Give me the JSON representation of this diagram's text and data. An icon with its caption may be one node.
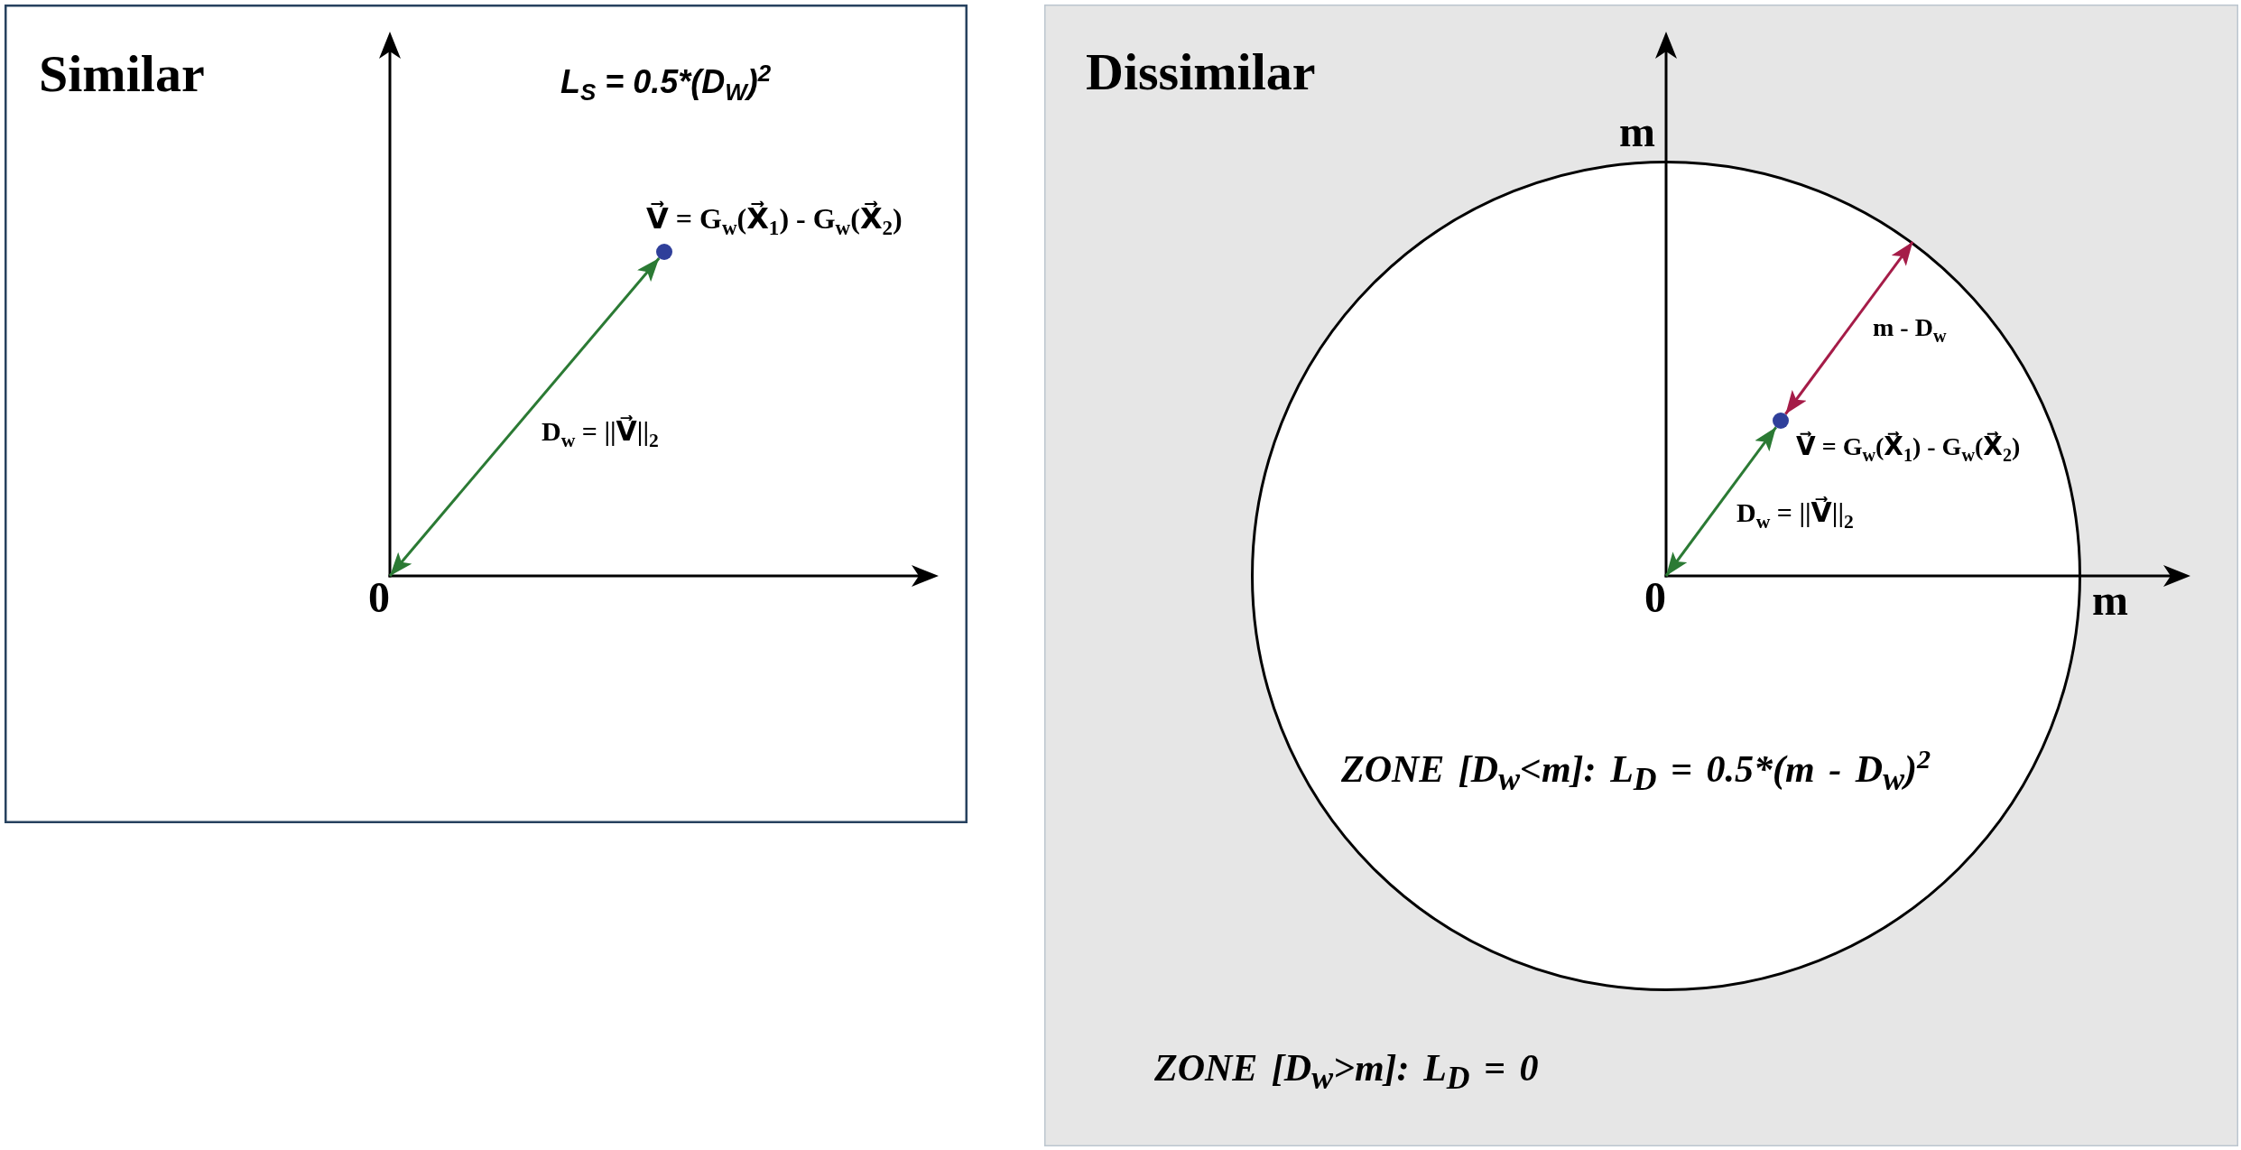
{
  "diagram": {
    "nodes": [
      {
        "text": [
          "Similar",
          "L$_{S}$ = 0.5*(D$_{W}$)$^{2}$"
        ]
      },
      {
        "text": [],
        "shape": "circle",
        "in": 0,
        "beside": [
          "V⃗ = G$_{w}$(X⃗$_{1}$) - G$_{w}$(X⃗$_{2}$)"
        ]
      },
      {
        "text": [
          "0"
        ],
        "in": 0
      },
      {
        "text": [
          "Dissimilar",
          "ZONE [D$_{w}$>m]: L$_{D}$ = 0"
        ]
      },
      {
        "text": [
          "ZONE [D$_{w}$<m]: L$_{D}$ = 0.5*(m - D$_{w}$)$^{2}$"
        ],
        "in": 3
      },
      {
        "text": [],
        "shape": "circle",
        "in": 4,
        "beside": [
          "V⃗ = G$_{w}$(X⃗$_{1}$) - G$_{w}$(X⃗$_{2}$)"
        ]
      },
      {
        "text": [
          "0"
        ],
        "in": 4
      }
    ],
    "edges": [
      {
        "from": 2,
        "to": 1,
        "arrow": "both",
        "label": "D$_{w}$ = ||V⃗||$_{2}$"
      },
      {
        "from": 6,
        "to": 5,
        "arrow": "both",
        "label": "D$_{w}$ = ||V⃗||$_{2}$"
      },
      {
        "from": 5,
        "to": 4,
        "arrow": "both",
        "label": "m - D$_{w}$",
        "color": "#a51c48"
      }
    ],
    "labels": [
      "m",
      "m"
    ]
  }
}
